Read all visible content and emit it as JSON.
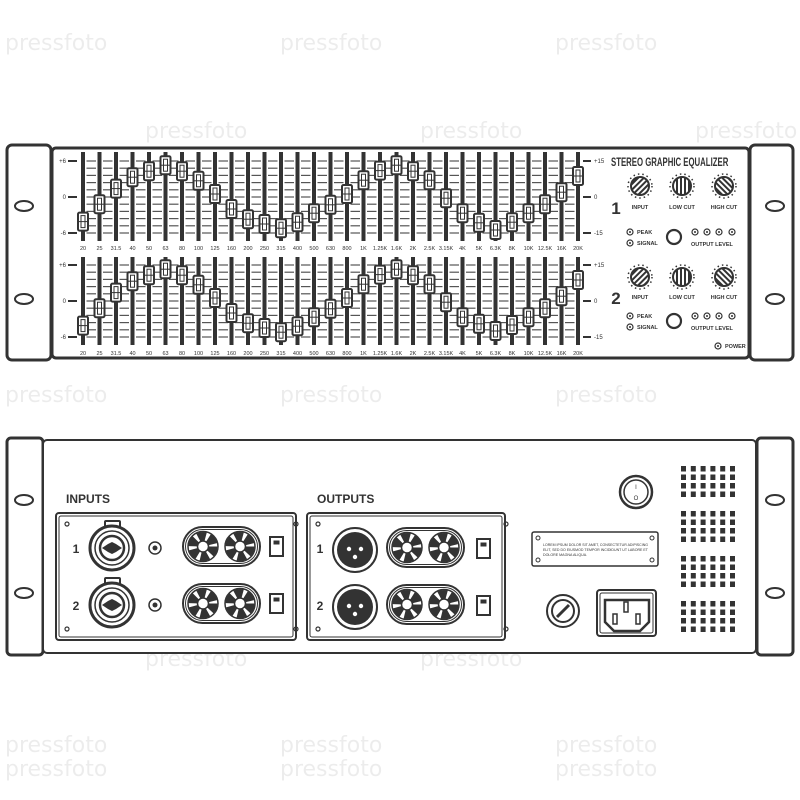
{
  "watermark": "pressfoto",
  "front": {
    "title": "STEREO GRAPHIC EQUALIZER",
    "scale_left": [
      "+6",
      "0",
      "-6"
    ],
    "scale_right": [
      "+15",
      "0",
      "-15"
    ],
    "bands": [
      "20",
      "25",
      "31.5",
      "40",
      "50",
      "63",
      "80",
      "100",
      "125",
      "160",
      "200",
      "250",
      "315",
      "400",
      "500",
      "630",
      "800",
      "1K",
      "1.25K",
      "1.6K",
      "2K",
      "2.5K",
      "3.15K",
      "4K",
      "5K",
      "6.3K",
      "8K",
      "10K",
      "12.5K",
      "16K",
      "20K"
    ],
    "channels": [
      {
        "number": "1",
        "gains_db": [
          -4.1,
          -1.2,
          1.4,
          3.3,
          4.3,
          5.3,
          4.3,
          2.7,
          0.5,
          -2,
          -3.7,
          -4.5,
          -5.2,
          -4.2,
          -2.7,
          -1.3,
          0.5,
          2.8,
          4.4,
          5.3,
          4.3,
          2.8,
          -0.2,
          -2.7,
          -4.3,
          -5.5,
          -4.2,
          -2.7,
          -1.2,
          0.8,
          3.5
        ]
      },
      {
        "number": "2",
        "gains_db": [
          -4.1,
          -1.2,
          1.4,
          3.3,
          4.3,
          5.3,
          4.3,
          2.7,
          0.5,
          -2,
          -3.7,
          -4.5,
          -5.2,
          -4.2,
          -2.7,
          -1.3,
          0.5,
          2.8,
          4.4,
          5.3,
          4.3,
          2.8,
          -0.2,
          -2.7,
          -3.8,
          -5.0,
          -4.0,
          -2.7,
          -1.2,
          0.8,
          3.5
        ]
      }
    ],
    "controls": {
      "input": "INPUT",
      "low_cut": "LOW CUT",
      "high_cut": "HIGH CUT",
      "peak": "PEAK",
      "signal": "SIGNAL",
      "output_level": "OUTPUT LEVEL"
    },
    "power": "POWER"
  },
  "back": {
    "inputs_label": "INPUTS",
    "outputs_label": "OUTPUTS",
    "channel_numbers": [
      "1",
      "2"
    ],
    "plate_text": [
      "LOREM IPSUM DOLOR SIT AMET, CONSECTETUR ADIPISCING",
      "ELIT, SED DO EIUSMOD TEMPOR INCIDIDUNT UT LABORE ET",
      "DOLORE MAGNA ALIQUA."
    ],
    "power_switch": [
      "I",
      "O"
    ]
  }
}
